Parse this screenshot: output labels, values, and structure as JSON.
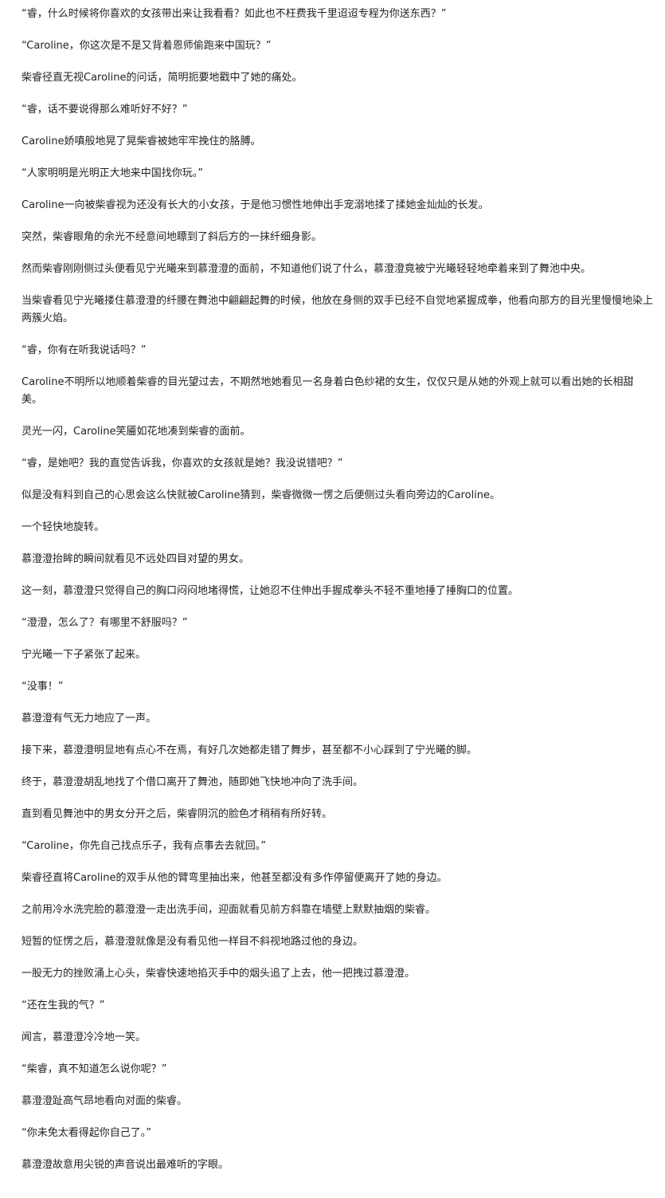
{
  "document": {
    "paragraphs": [
      "“睿，什么时候将你喜欢的女孩带出来让我看看？如此也不枉费我千里迢迢专程为你送东西？”",
      "“Caroline，你这次是不是又背着恩师偷跑来中国玩？”",
      "柴睿径直无视Caroline的问话，简明扼要地戳中了她的痛处。",
      "“睿，话不要说得那么难听好不好？”",
      "Caroline娇嗔般地晃了晃柴睿被她牢牢挽住的胳膊。",
      "“人家明明是光明正大地来中国找你玩。”",
      "Caroline一向被柴睿视为还没有长大的小女孩，于是他习惯性地伸出手宠溺地揉了揉她金灿灿的长发。",
      "突然，柴睿眼角的余光不经意间地瞟到了斜后方的一抹纤细身影。",
      "然而柴睿刚刚侧过头便看见宁光曦来到慕澄澄的面前，不知道他们说了什么，慕澄澄竟被宁光曦轻轻地牵着来到了舞池中央。",
      "当柴睿看见宁光曦搂住慕澄澄的纤腰在舞池中翩翩起舞的时候，他放在身侧的双手已经不自觉地紧握成拳，他看向那方的目光里慢慢地染上两簇火焰。",
      "“睿，你有在听我说话吗？”",
      "Caroline不明所以地顺着柴睿的目光望过去，不期然地她看见一名身着白色纱裙的女生，仅仅只是从她的外观上就可以看出她的长相甜美。",
      "灵光一闪，Caroline笑靥如花地凑到柴睿的面前。",
      "“睿，是她吧？我的直觉告诉我，你喜欢的女孩就是她？我没说错吧？”",
      "似是没有料到自己的心思会这么快就被Caroline猜到，柴睿微微一愣之后便侧过头看向旁边的Caroline。",
      "一个轻快地旋转。",
      "慕澄澄抬眸的瞬间就看见不远处四目对望的男女。",
      "这一刻，慕澄澄只觉得自己的胸口闷闷地堵得慌，让她忍不住伸出手握成拳头不轻不重地捶了捶胸口的位置。",
      "“澄澄，怎么了？有哪里不舒服吗？”",
      "宁光曦一下子紧张了起来。",
      "“没事！”",
      "慕澄澄有气无力地应了一声。",
      "接下来，慕澄澄明显地有点心不在焉，有好几次她都走错了舞步，甚至都不小心踩到了宁光曦的脚。",
      "终于，慕澄澄胡乱地找了个借口离开了舞池，随即她飞快地冲向了洗手间。",
      "直到看见舞池中的男女分开之后，柴睿阴沉的脸色才稍稍有所好转。",
      "“Caroline，你先自己找点乐子，我有点事去去就回。”",
      "柴睿径直将Caroline的双手从他的臂弯里抽出来，他甚至都没有多作停留便离开了她的身边。",
      "之前用冷水洗完脸的慕澄澄一走出洗手间，迎面就看见前方斜靠在墙壁上默默抽烟的柴睿。",
      "短暂的怔愣之后，慕澄澄就像是没有看见他一样目不斜视地路过他的身边。",
      "一股无力的挫败涌上心头，柴睿快速地掐灭手中的烟头追了上去，他一把拽过慕澄澄。",
      "“还在生我的气？”",
      "闻言，慕澄澄冷冷地一笑。",
      "“柴睿，真不知道怎么说你呢？”",
      "慕澄澄趾高气昂地看向对面的柴睿。",
      "“你未免太看得起你自己了。”",
      "慕澄澄故意用尖锐的声音说出最难听的字眼。"
    ]
  }
}
